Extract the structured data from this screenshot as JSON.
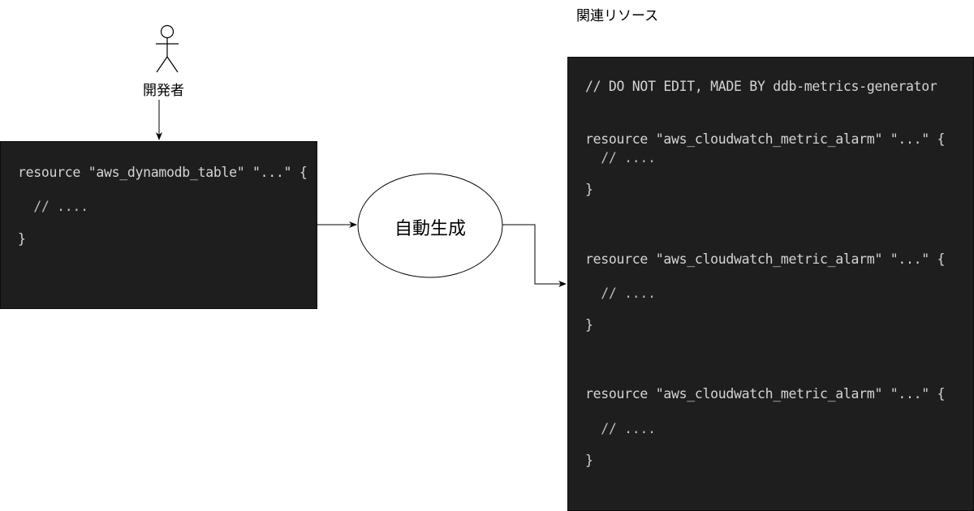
{
  "actor": {
    "label": "開発者"
  },
  "source": {
    "lines": [
      "resource \"aws_dynamodb_table\" \"...\" {",
      "  // ....",
      "}"
    ]
  },
  "process": {
    "label": "自動生成"
  },
  "related": {
    "title": "関連リソース",
    "header": "// DO NOT EDIT, MADE BY ddb-metrics-generator",
    "resources": [
      {
        "open": "resource \"aws_cloudwatch_metric_alarm\" \"...\" {",
        "comment": "  // ....",
        "close": "}"
      },
      {
        "open": "resource \"aws_cloudwatch_metric_alarm\" \"...\" {",
        "comment": "  // ....",
        "close": "}"
      },
      {
        "open": "resource \"aws_cloudwatch_metric_alarm\" \"...\" {",
        "comment": "  // ....",
        "close": "}"
      }
    ]
  },
  "colors": {
    "code_background": "#1e1e1e",
    "code_text": "#d4d4d4",
    "line": "#000000"
  }
}
